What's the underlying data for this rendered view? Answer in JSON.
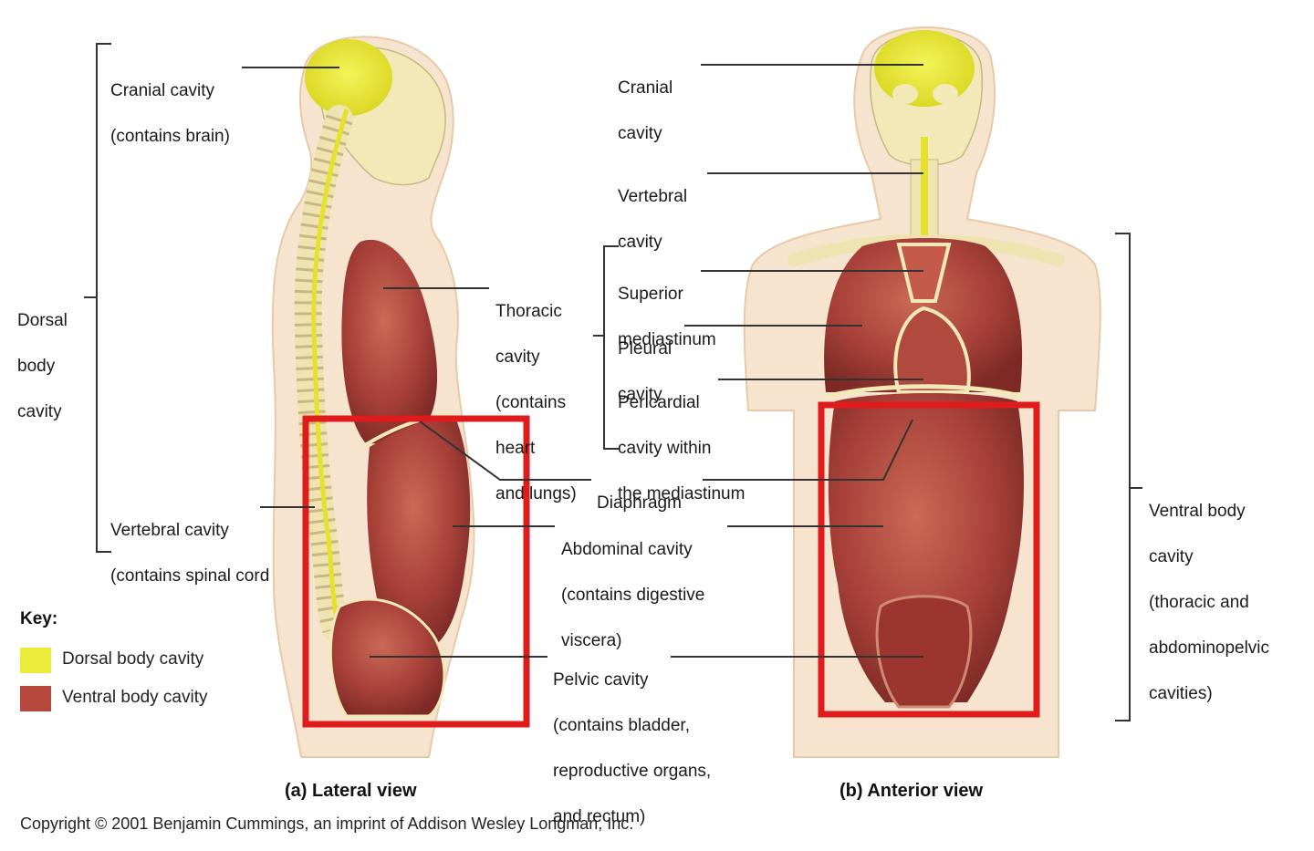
{
  "colors": {
    "dorsal_cavity": "#ecea3a",
    "ventral_cavity": "#b5483a",
    "skin": "#f7e4cf",
    "bone": "#f3e8b8",
    "highlight_box": "#e01b1b",
    "leader_line": "#333333"
  },
  "lateral": {
    "caption": "(a)  Lateral view",
    "cranial": [
      "Cranial cavity",
      "(contains brain)"
    ],
    "dorsal_body": [
      "Dorsal",
      "body",
      "cavity"
    ],
    "vertebral": [
      "Vertebral cavity",
      "(contains spinal cord"
    ],
    "thoracic": [
      "Thoracic",
      "cavity",
      "(contains",
      "heart",
      "and lungs)"
    ]
  },
  "shared": {
    "diaphragm": "Diaphragm",
    "abdominal": [
      "Abdominal cavity",
      "(contains digestive",
      "viscera)"
    ],
    "pelvic": [
      "Pelvic cavity",
      "(contains bladder,",
      "reproductive organs,",
      "and rectum)"
    ]
  },
  "anterior": {
    "caption": "(b)  Anterior view",
    "cranial": [
      "Cranial",
      "cavity"
    ],
    "vertebral": [
      "Vertebral",
      "cavity"
    ],
    "superior_mediastinum": [
      "Superior",
      "mediastinum"
    ],
    "pleural": [
      "Pleural",
      "cavity"
    ],
    "pericardial": [
      "Pericardial",
      "cavity within",
      "the mediastinum"
    ],
    "ventral_body": [
      "Ventral body",
      "cavity",
      "(thoracic and",
      "abdominopelvic",
      "cavities)"
    ]
  },
  "key": {
    "title": "Key:",
    "dorsal": "Dorsal body cavity",
    "ventral": "Ventral body cavity"
  },
  "copyright": "Copyright © 2001 Benjamin Cummings, an imprint of Addison Wesley Longman, Inc."
}
